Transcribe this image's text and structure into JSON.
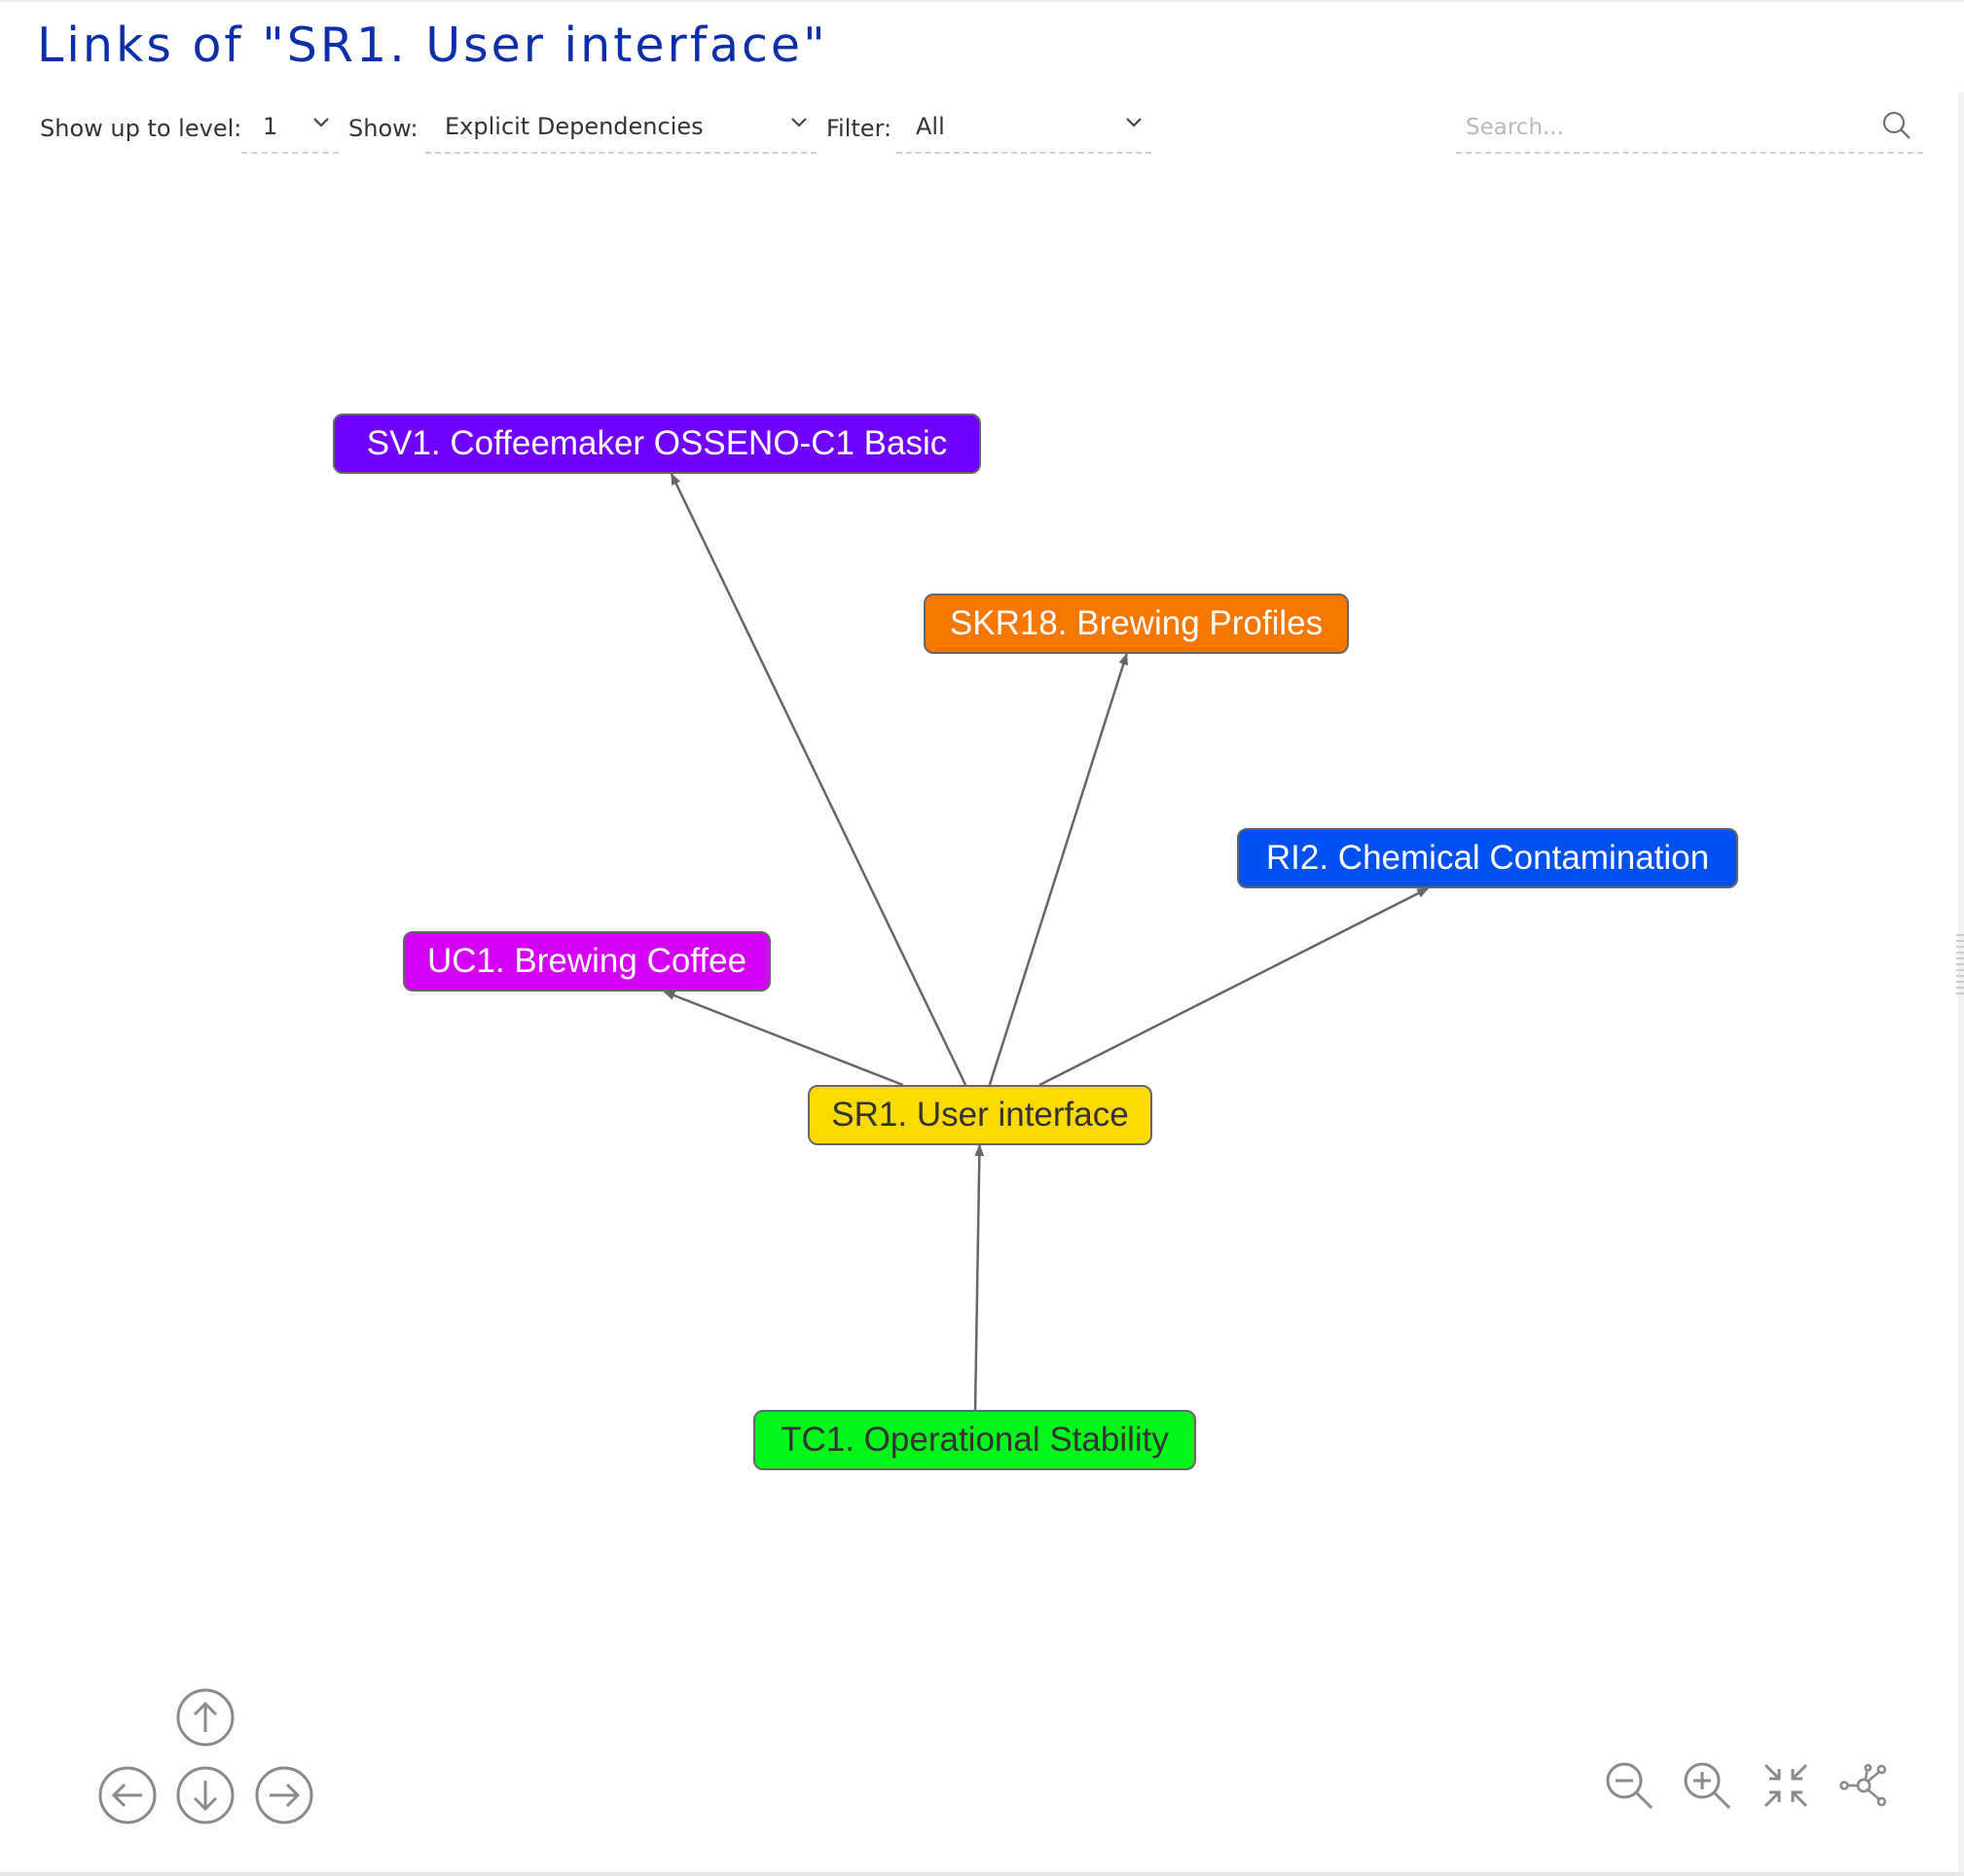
{
  "title": "Links of \"SR1. User interface\"",
  "toolbar": {
    "level_label": "Show up to level:",
    "level_value": "1",
    "show_label": "Show:",
    "show_value": "Explicit Dependencies",
    "filter_label": "Filter:",
    "filter_value": "All",
    "search_placeholder": "Search..."
  },
  "graph": {
    "nodes": [
      {
        "id": "sv1",
        "label": "SV1. Coffeemaker OSSENO-C1 Basic",
        "color": "#7000ff",
        "text_color": "#ffffff"
      },
      {
        "id": "skr18",
        "label": "SKR18. Brewing Profiles",
        "color": "#f57700",
        "text_color": "#ffffff"
      },
      {
        "id": "ri2",
        "label": "RI2. Chemical Contamination",
        "color": "#0050f0",
        "text_color": "#ffffff"
      },
      {
        "id": "uc1",
        "label": "UC1. Brewing Coffee",
        "color": "#d400f5",
        "text_color": "#ffffff"
      },
      {
        "id": "sr1",
        "label": "SR1. User interface",
        "color": "#fada00",
        "text_color": "#333333"
      },
      {
        "id": "tc1",
        "label": "TC1. Operational Stability",
        "color": "#00f51a",
        "text_color": "#333333"
      }
    ],
    "edges": [
      {
        "from": "sr1",
        "to": "sv1"
      },
      {
        "from": "sr1",
        "to": "skr18"
      },
      {
        "from": "sr1",
        "to": "ri2"
      },
      {
        "from": "sr1",
        "to": "uc1"
      },
      {
        "from": "tc1",
        "to": "sr1"
      }
    ],
    "edge_color": "#666666"
  },
  "nav_icons": [
    "arrow-up-icon",
    "arrow-left-icon",
    "arrow-down-icon",
    "arrow-right-icon"
  ],
  "tool_icons": [
    "zoom-out-icon",
    "zoom-in-icon",
    "fit-to-screen-icon",
    "layout-graph-icon"
  ]
}
